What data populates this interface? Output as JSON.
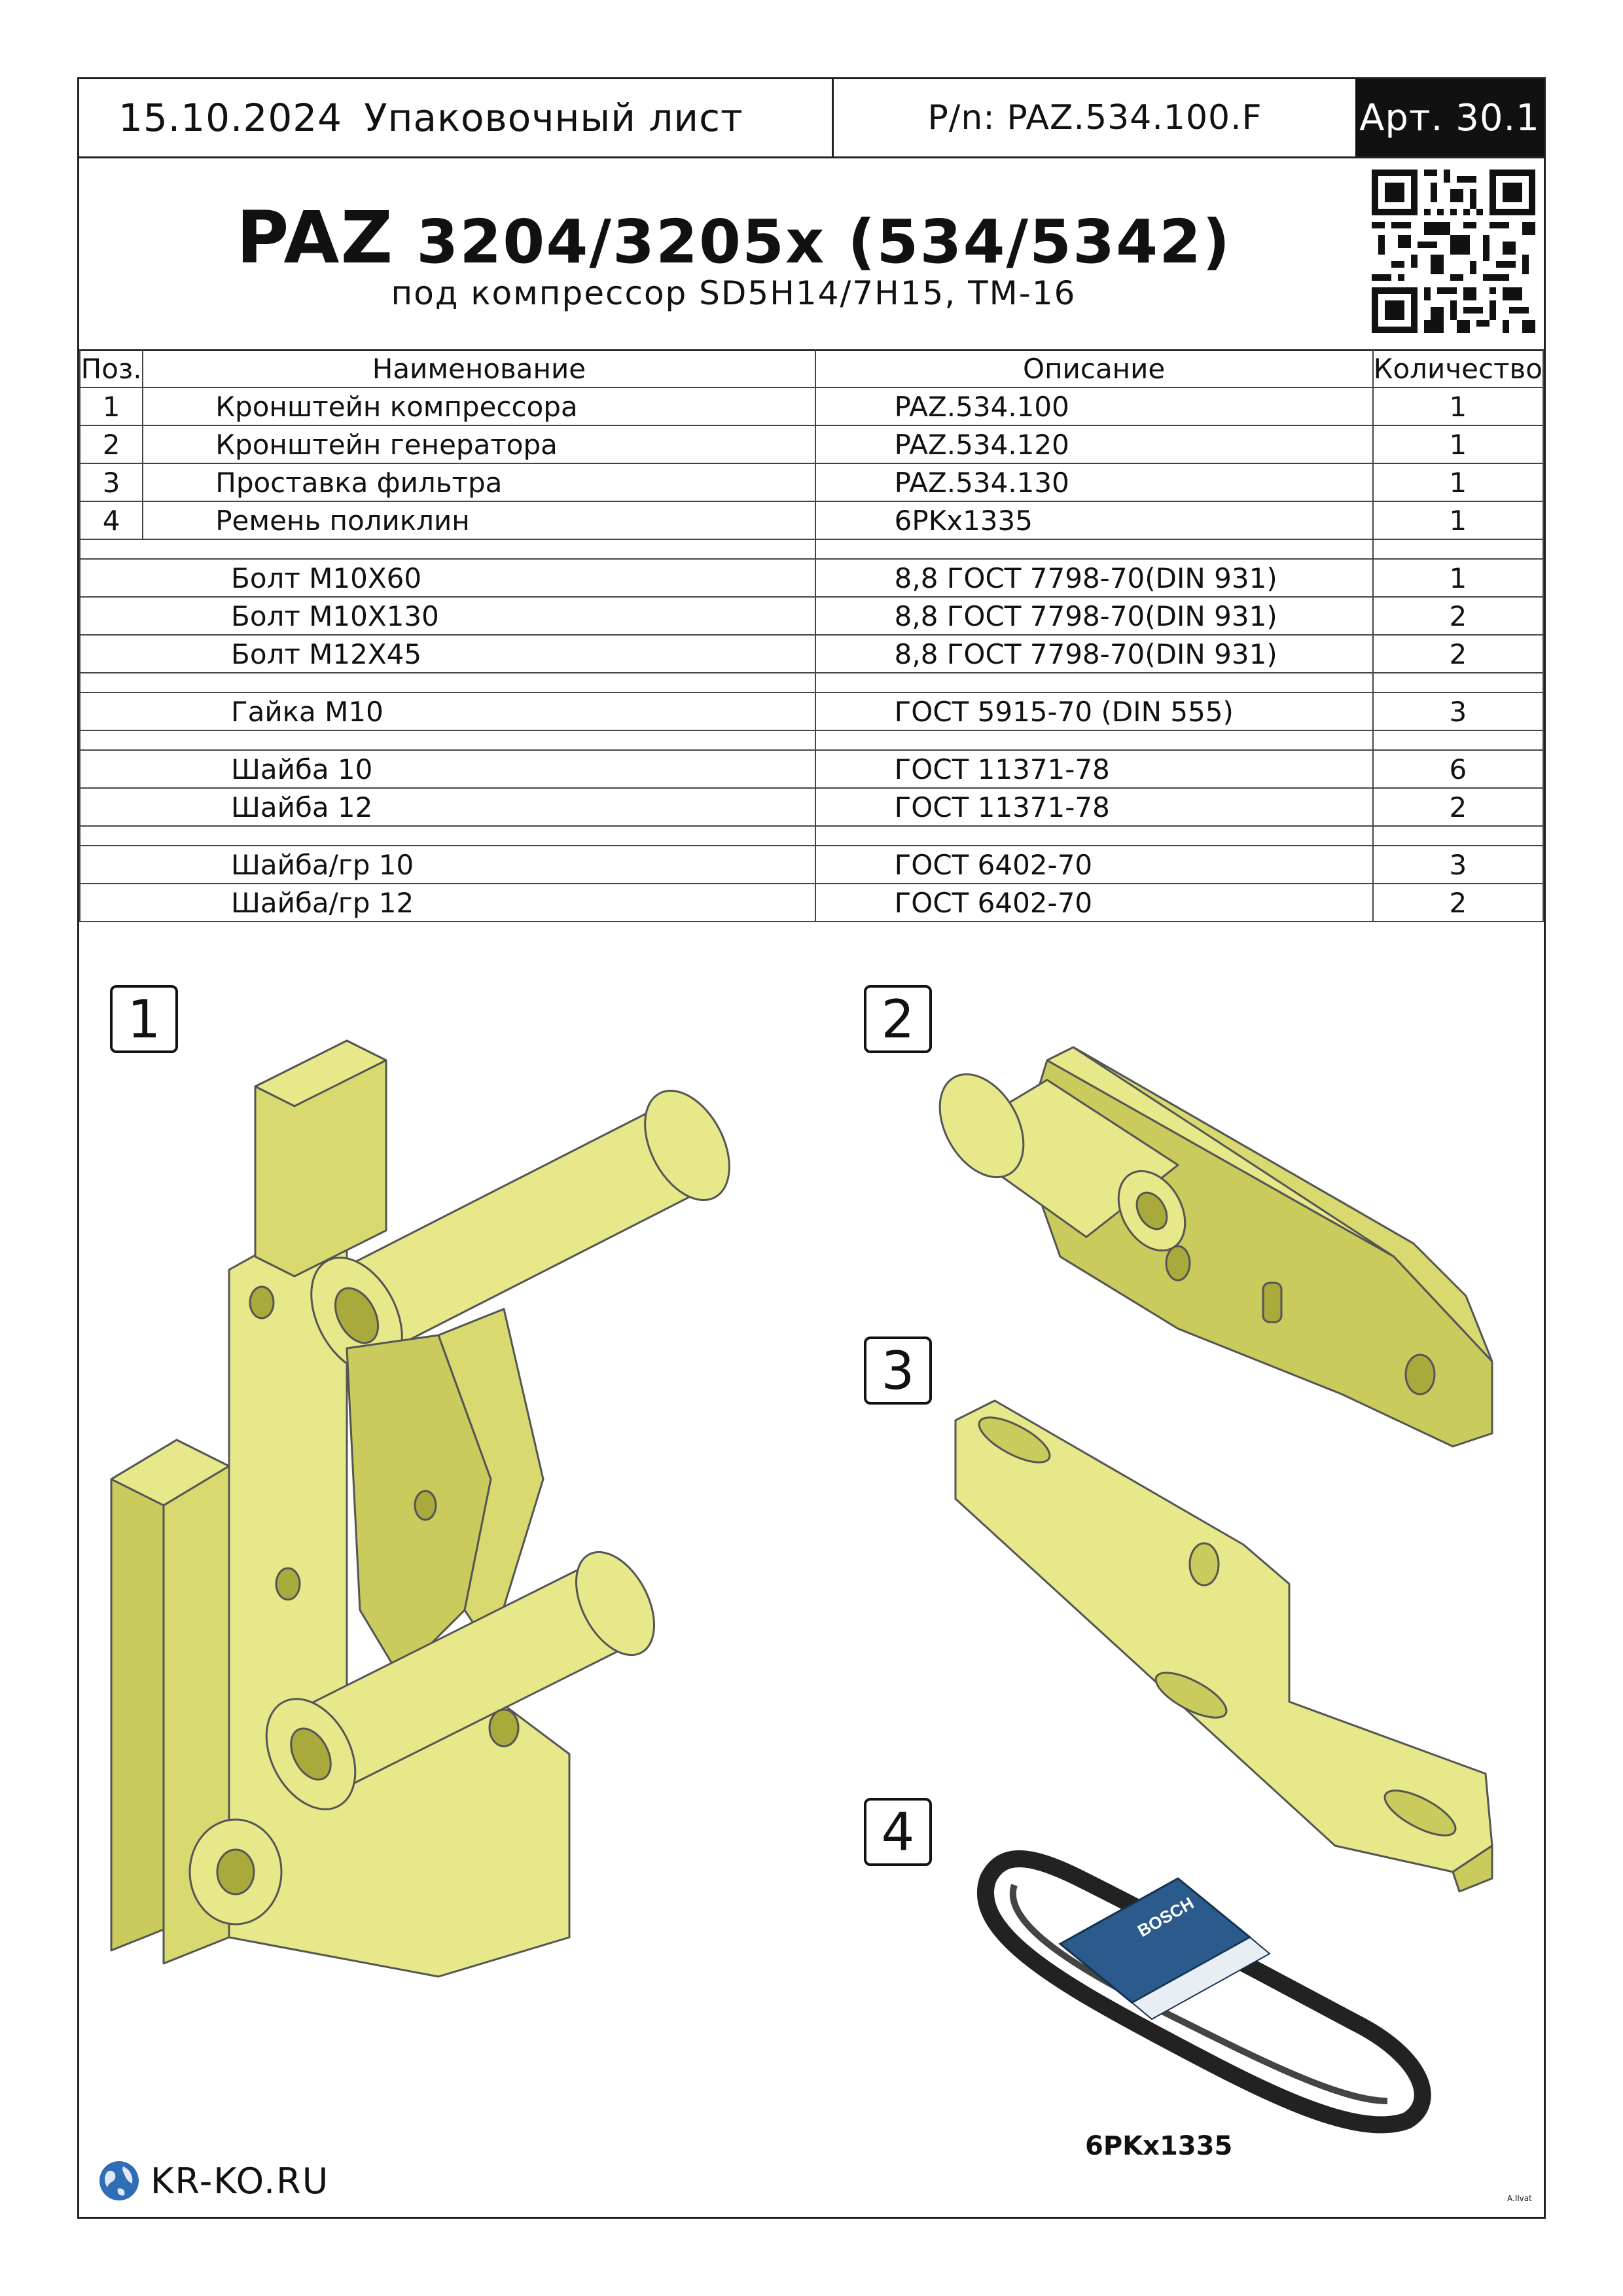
{
  "header": {
    "date": "15.10.2024",
    "doc_type": "Упаковочный лист",
    "part_number": "P/n: PAZ.534.100.F",
    "article": "Арт. 30.1"
  },
  "title": {
    "brand": "PAZ",
    "models": "3204/3205x (534/5342)",
    "subtitle": "под компрессор SD5H14/7H15, ТМ-16"
  },
  "table": {
    "columns": [
      "Поз.",
      "Наименование",
      "Описание",
      "Количество"
    ],
    "main_items": [
      {
        "pos": "1",
        "name": "Кронштейн компрессора",
        "desc": "PAZ.534.100",
        "qty": "1"
      },
      {
        "pos": "2",
        "name": "Кронштейн генератора",
        "desc": "PAZ.534.120",
        "qty": "1"
      },
      {
        "pos": "3",
        "name": "Проставка фильтра",
        "desc": "PAZ.534.130",
        "qty": "1"
      },
      {
        "pos": "4",
        "name": "Ремень поликлин",
        "desc": "6PKx1335",
        "qty": "1"
      }
    ],
    "bolts": [
      {
        "name": "Болт M10X60",
        "desc": "8,8 ГОСТ 7798-70(DIN 931)",
        "qty": "1"
      },
      {
        "name": "Болт M10X130",
        "desc": "8,8 ГОСТ 7798-70(DIN 931)",
        "qty": "2"
      },
      {
        "name": "Болт M12X45",
        "desc": "8,8 ГОСТ 7798-70(DIN 931)",
        "qty": "2"
      }
    ],
    "nuts": [
      {
        "name": "Гайка M10",
        "desc": "ГОСТ 5915-70 (DIN 555)",
        "qty": "3"
      }
    ],
    "washers": [
      {
        "name": "Шайба 10",
        "desc": "ГОСТ 11371-78",
        "qty": "6"
      },
      {
        "name": "Шайба 12",
        "desc": "ГОСТ 11371-78",
        "qty": "2"
      }
    ],
    "spring_washers": [
      {
        "name": "Шайба/гр 10",
        "desc": "ГОСТ 6402-70",
        "qty": "3"
      },
      {
        "name": "Шайба/гр 12",
        "desc": "ГОСТ 6402-70",
        "qty": "2"
      }
    ]
  },
  "illustrations": {
    "labels": [
      "1",
      "2",
      "3",
      "4"
    ],
    "belt_label": "6PKx1335",
    "belt_brand": "BOSCH",
    "part_color": "#e6e889",
    "part_shade": "#c9cb5c",
    "part_dark": "#a8aa3c"
  },
  "footer": {
    "site": "KR-KO.RU",
    "author": "A.Ilvat"
  }
}
